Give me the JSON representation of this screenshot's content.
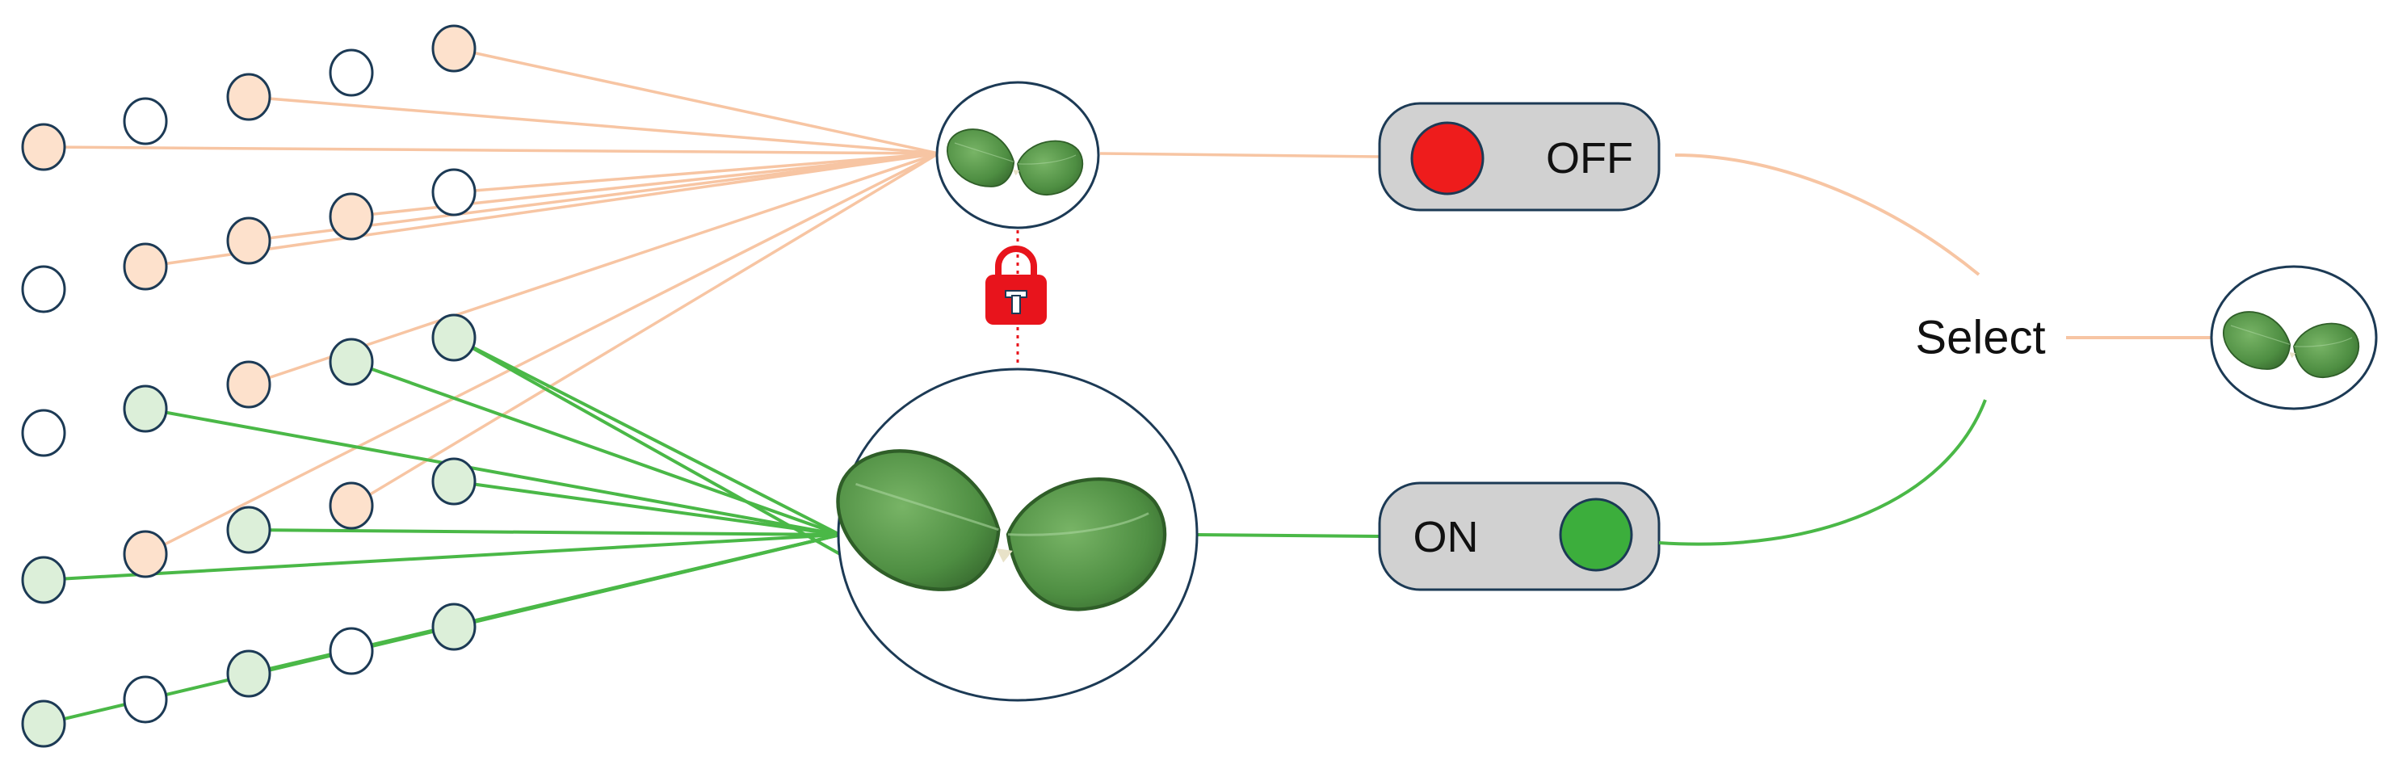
{
  "colors": {
    "peach_line": "#f7c5a3",
    "peach_fill": "#fde1cc",
    "green_line": "#4ab847",
    "green_fill": "#dcefd9",
    "node_stroke": "#1c3a55",
    "switch_bg": "#d1d1d1",
    "switch_stroke": "#1c3a55",
    "off_knob": "#ee1c1c",
    "on_knob": "#3cae3c",
    "lock_red": "#e8141c",
    "leaf_dark": "#3e7a33",
    "leaf_light": "#7ab86a"
  },
  "icons": {
    "lock": "padlock-icon",
    "seedling": "seedling-leaf-icon"
  },
  "switch_off": {
    "label": "OFF"
  },
  "switch_on": {
    "label": "ON"
  },
  "select": {
    "label": "Select"
  }
}
